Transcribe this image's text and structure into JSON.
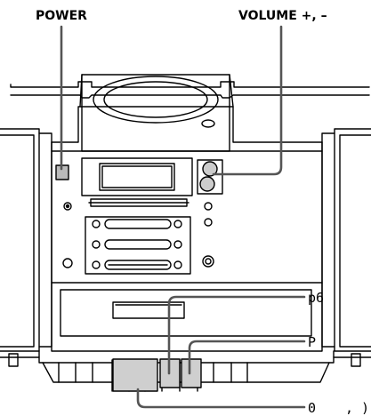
{
  "labels": {
    "power": "POWER",
    "volume": "VOLUME +, –",
    "p6": "p6",
    "p": "P",
    "zero": "0",
    "paren": ", )"
  }
}
